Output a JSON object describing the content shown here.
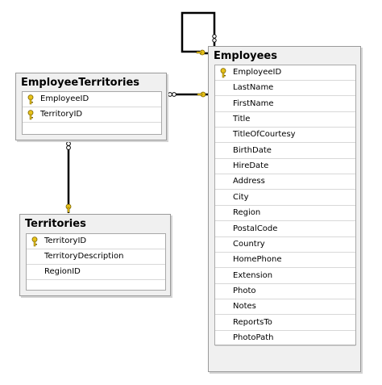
{
  "tables": {
    "employee_territories": {
      "title": "EmployeeTerritories",
      "columns": [
        {
          "name": "EmployeeID",
          "is_key": true
        },
        {
          "name": "TerritoryID",
          "is_key": true
        }
      ]
    },
    "territories": {
      "title": "Territories",
      "columns": [
        {
          "name": "TerritoryID",
          "is_key": true
        },
        {
          "name": "TerritoryDescription",
          "is_key": false
        },
        {
          "name": "RegionID",
          "is_key": false
        }
      ]
    },
    "employees": {
      "title": "Employees",
      "columns": [
        {
          "name": "EmployeeID",
          "is_key": true
        },
        {
          "name": "LastName",
          "is_key": false
        },
        {
          "name": "FirstName",
          "is_key": false
        },
        {
          "name": "Title",
          "is_key": false
        },
        {
          "name": "TitleOfCourtesy",
          "is_key": false
        },
        {
          "name": "BirthDate",
          "is_key": false
        },
        {
          "name": "HireDate",
          "is_key": false
        },
        {
          "name": "Address",
          "is_key": false
        },
        {
          "name": "City",
          "is_key": false
        },
        {
          "name": "Region",
          "is_key": false
        },
        {
          "name": "PostalCode",
          "is_key": false
        },
        {
          "name": "Country",
          "is_key": false
        },
        {
          "name": "HomePhone",
          "is_key": false
        },
        {
          "name": "Extension",
          "is_key": false
        },
        {
          "name": "Photo",
          "is_key": false
        },
        {
          "name": "Notes",
          "is_key": false
        },
        {
          "name": "ReportsTo",
          "is_key": false
        },
        {
          "name": "PhotoPath",
          "is_key": false
        }
      ]
    }
  },
  "relationships": [
    {
      "from": "EmployeeTerritories",
      "to": "Employees"
    },
    {
      "from": "EmployeeTerritories",
      "to": "Territories"
    },
    {
      "from": "Employees",
      "to": "Employees"
    }
  ],
  "colors": {
    "key": "#e8c21a",
    "line": "#000000",
    "panel": "#f0f0f0",
    "border": "#9a9a9a"
  }
}
